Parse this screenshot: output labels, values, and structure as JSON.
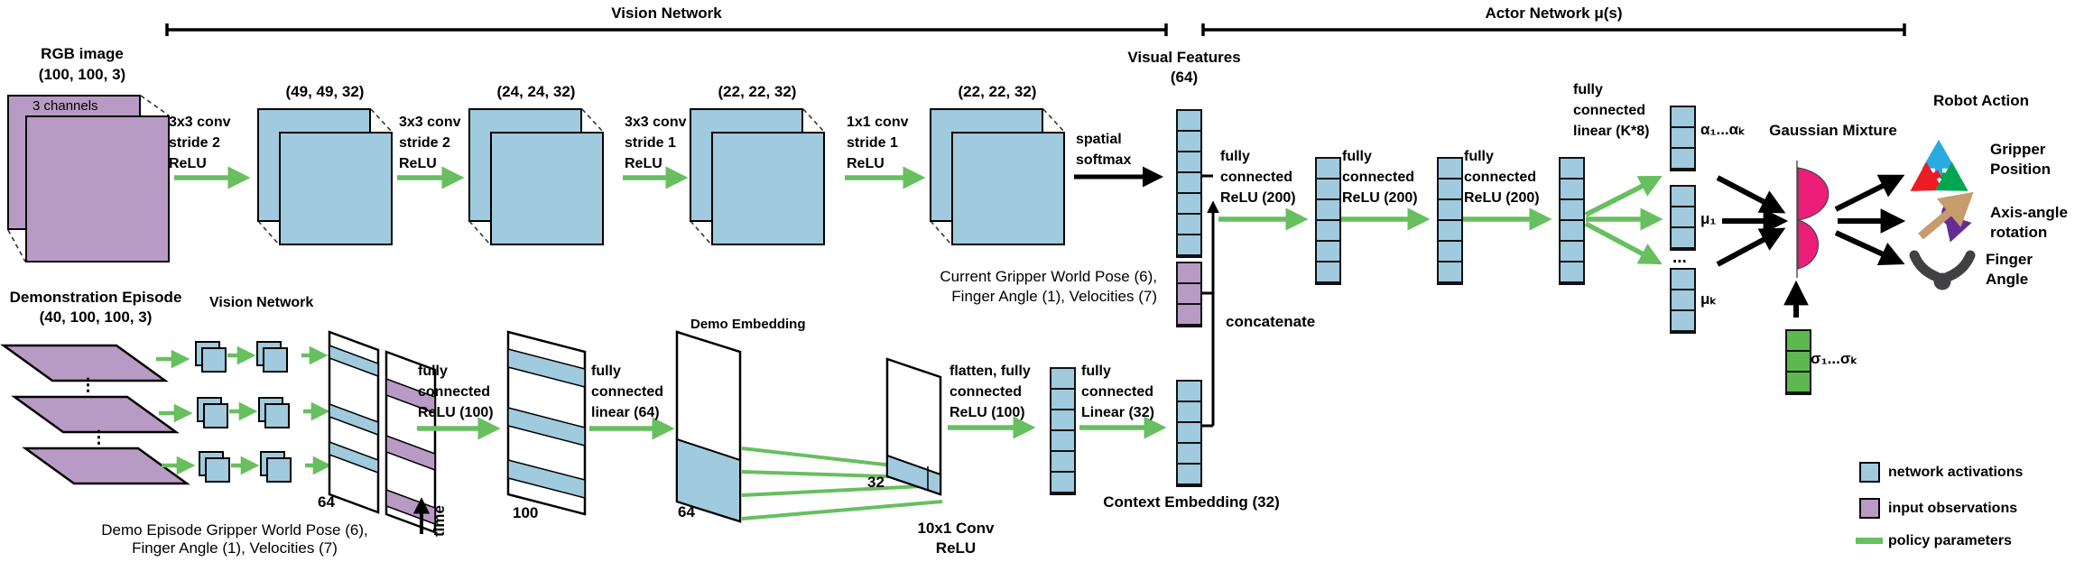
{
  "header": {
    "vision_title": "Vision Network",
    "actor_title": "Actor Network μ(s)"
  },
  "colors": {
    "activation_blue": "#a0cadd",
    "observation_purple": "#b89bc4",
    "policy_green": "#67bf5f",
    "sigma_green": "#5cb84f",
    "gaussian_pink": "#ed1e79",
    "axes_blue": "#29abe2",
    "axes_red": "#ed1c24",
    "axes_green": "#00a651",
    "rotation_purple": "#662d91",
    "rotation_tan": "#c69c6d",
    "finger_gray": "#414042"
  },
  "rgb": {
    "title": "RGB image\n(100, 100, 3)",
    "channels": "3 channels"
  },
  "convs": [
    {
      "dims": "(49, 49, 32)",
      "op": "3x3 conv\nstride 2\nReLU"
    },
    {
      "dims": "(24, 24, 32)",
      "op": "3x3 conv\nstride 2\nReLU"
    },
    {
      "dims": "(22, 22, 32)",
      "op": "3x3 conv\nstride 1\nReLU"
    },
    {
      "dims": "(22, 22, 32)",
      "op": "1x1 conv\nstride 1\nReLU"
    }
  ],
  "spatial_softmax": "spatial\nsoftmax",
  "visual_features": "Visual Features\n(64)",
  "current_pose": "Current Gripper World Pose (6),\nFinger Angle (1), Velocities (7)",
  "concatenate": "concatenate",
  "actor": {
    "fc1": "fully\nconnected\nReLU (200)",
    "fc2": "fully\nconnected\nReLU (200)",
    "fc3": "fully\nconnected\nReLU (200)",
    "fc_linear": "fully\nconnected\nlinear (K*8)",
    "alpha": "α₁...αₖ",
    "mu1": "μ₁",
    "dots": "...",
    "muk": "μₖ",
    "sigma": "σ₁...σₖ",
    "gaussian": "Gaussian Mixture"
  },
  "robot": {
    "title": "Robot Action",
    "gripper": "Gripper\nPosition",
    "axis_angle": "Axis-angle\nrotation",
    "finger": "Finger\nAngle"
  },
  "demo": {
    "title": "Demonstration Episode\n(40, 100, 100, 3)",
    "vision_label": "Vision Network",
    "n64": "64",
    "n100": "100",
    "n64b": "64",
    "n32": "32",
    "time": "time",
    "fc_relu100": "fully\nconnected\nReLU (100)",
    "fc_linear64": "fully\nconnected\nlinear (64)",
    "embedding_title": "Demo Embedding",
    "conv10": "10x1 Conv\nReLU",
    "flatten": "flatten, fully\nconnected\nReLU (100)",
    "fc_linear32": "fully\nconnected\nLinear (32)",
    "context": "Context Embedding (32)",
    "pose": "Demo Episode Gripper World Pose (6),\nFinger Angle (1), Velocities (7)"
  },
  "legend": {
    "activations": "network activations",
    "observations": "input observations",
    "policy": "policy parameters"
  }
}
